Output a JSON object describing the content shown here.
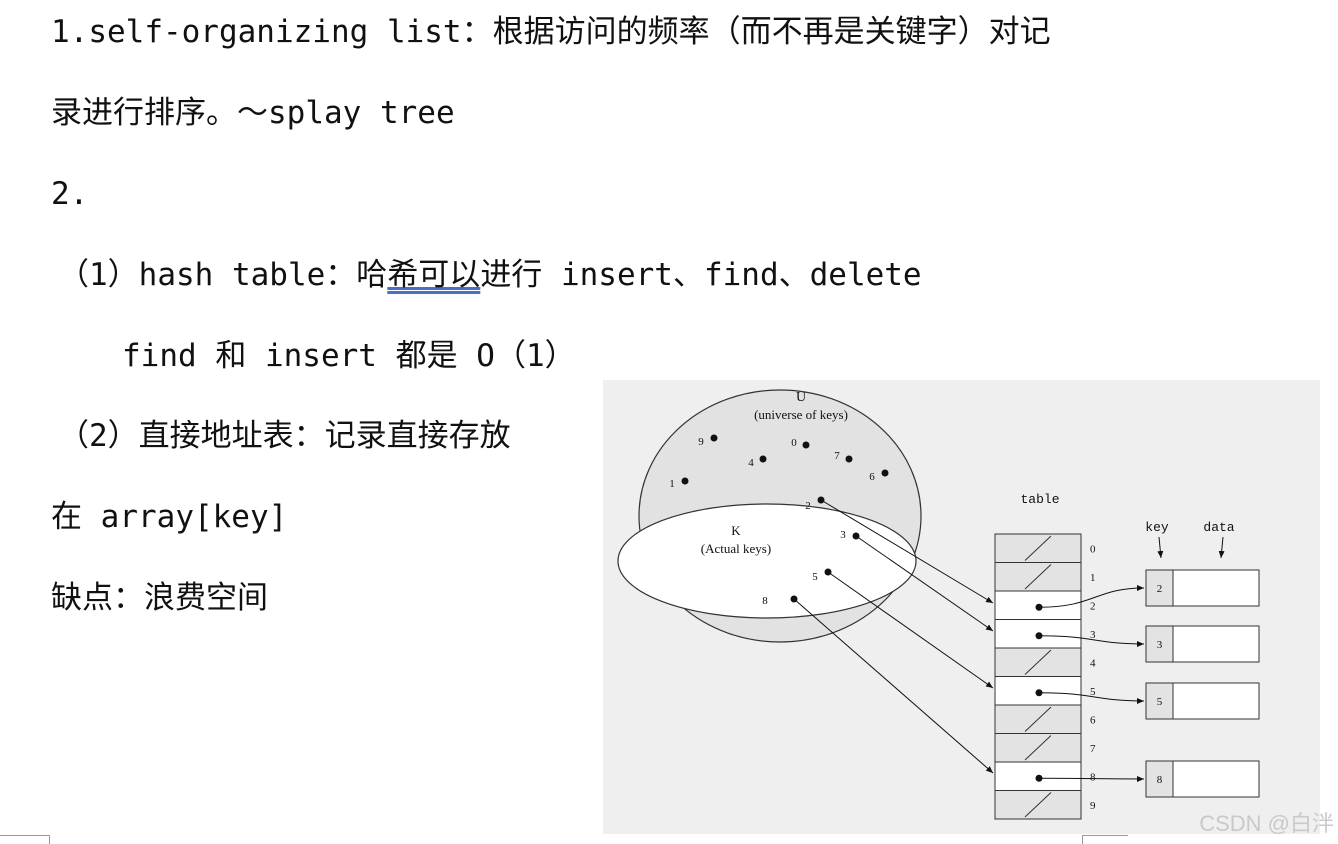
{
  "notes": {
    "line1": "1.self-organizing list：根据访问的频率（而不再是关键字）对记",
    "line2": "录进行排序。～splay tree",
    "line3": "2.",
    "line4_prefix": "（1）hash table：哈",
    "line4_underlined": "希可以",
    "line4_suffix": "进行 insert、find、delete",
    "line5": "find 和 insert 都是 O（1）",
    "line6": "（2）直接地址表：记录直接存放",
    "line7": "在 array[key]",
    "line8": "缺点：浪费空间"
  },
  "figure": {
    "universe_label": "U",
    "universe_caption": "(universe of keys)",
    "universe_keys": [
      "9",
      "0",
      "4",
      "7",
      "6",
      "1"
    ],
    "actual_label": "K",
    "actual_caption": "(Actual keys)",
    "actual_keys": [
      "2",
      "3",
      "5",
      "8"
    ],
    "table_label": "table",
    "key_header": "key",
    "data_header": "data",
    "slot_indices": [
      "0",
      "1",
      "2",
      "3",
      "4",
      "5",
      "6",
      "7",
      "8",
      "9"
    ],
    "filled_slots": [
      "2",
      "3",
      "5",
      "8"
    ],
    "record_keys": [
      "2",
      "3",
      "5",
      "8"
    ]
  },
  "watermark": "CSDN @白泮"
}
